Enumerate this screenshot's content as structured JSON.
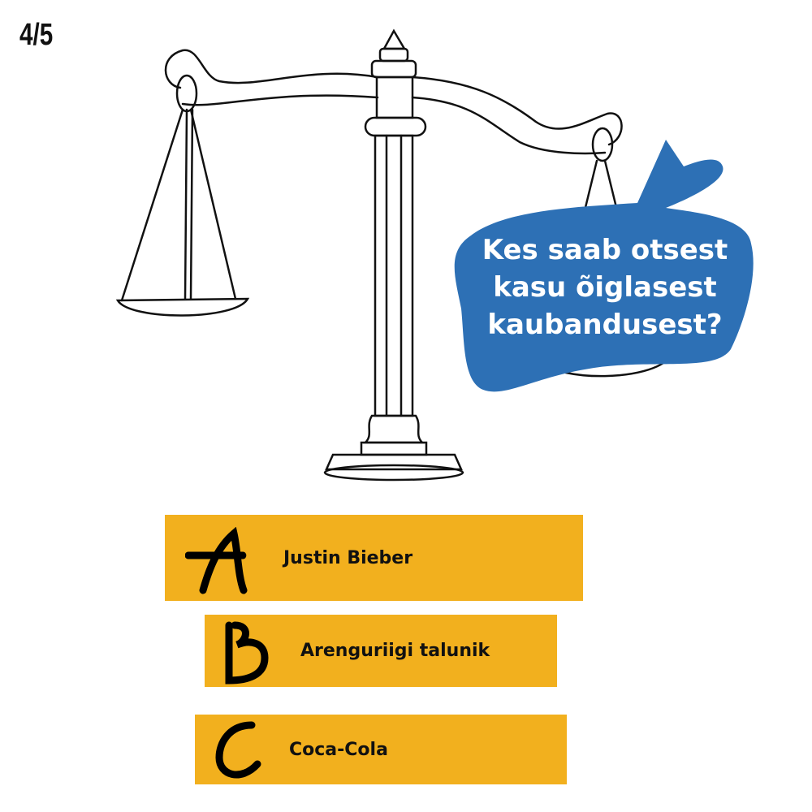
{
  "progress": {
    "label": "4/5",
    "current": 4,
    "total": 5
  },
  "question": "Kes saab otsest kasu õiglasest kaubandusest?",
  "options": [
    {
      "letter": "A",
      "label": "Justin Bieber"
    },
    {
      "letter": "B",
      "label": "Arenguriigi talunik"
    },
    {
      "letter": "C",
      "label": "Coca-Cola"
    }
  ],
  "colors": {
    "option_bg": "#F2B01E",
    "bubble": "#2D70B5"
  }
}
